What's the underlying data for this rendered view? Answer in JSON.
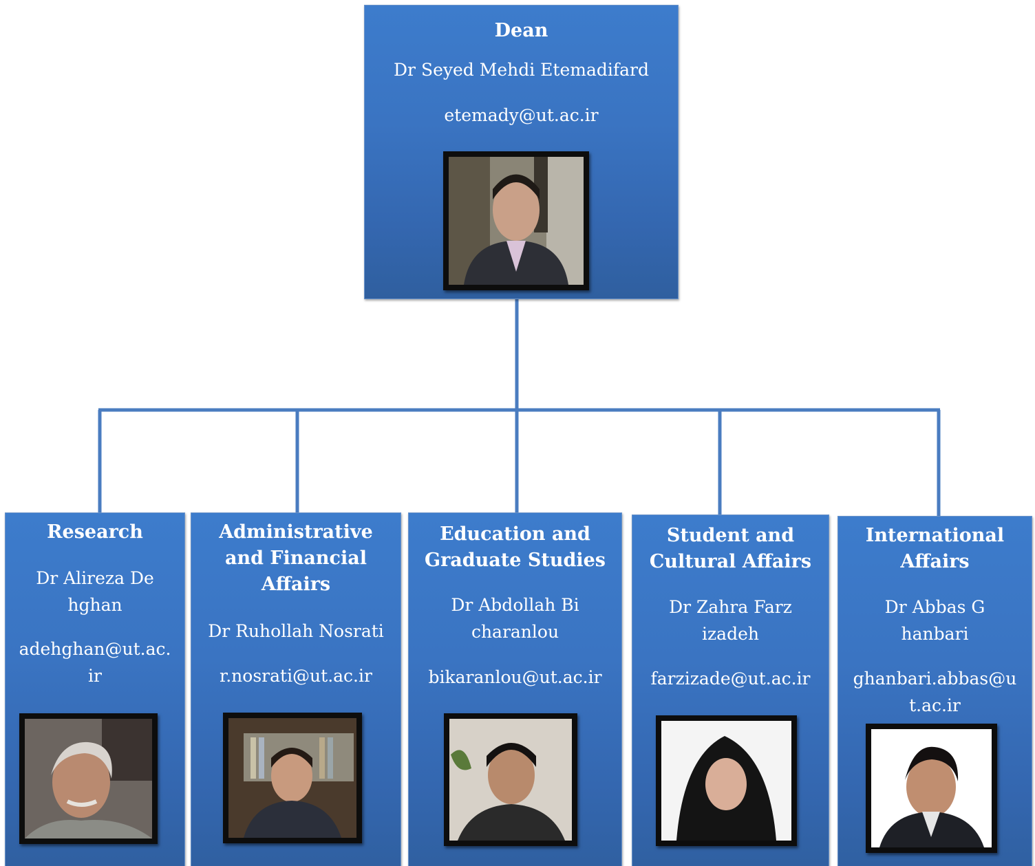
{
  "dean": {
    "title": "Dean",
    "name": "Dr Seyed Mehdi Etemadifard",
    "email": "etemady@ut.ac.ir"
  },
  "units": [
    {
      "title": "Research",
      "name": "Dr Alireza Dehghan",
      "email": "adehghan@ut.ac.ir"
    },
    {
      "title": "Administrative and Financial Affairs",
      "name": "Dr Ruhollah Nosrati",
      "email": "r.nosrati@ut.ac.ir"
    },
    {
      "title": "Education and Graduate Studies",
      "name": "Dr Abdollah Bicharanlou",
      "email": "bikaranlou@ut.ac.ir"
    },
    {
      "title": "Student and Cultural Affairs",
      "name": "Dr Zahra Farzizadeh",
      "email": "farzizade@ut.ac.ir"
    },
    {
      "title": "International Affairs",
      "name": "Dr Abbas Ghanbari",
      "email": "ghanbari.abbas@ut.ac.ir"
    }
  ],
  "colors": {
    "box": "#3a74c2",
    "connector": "#4a7cc0",
    "text": "#ffffff"
  }
}
